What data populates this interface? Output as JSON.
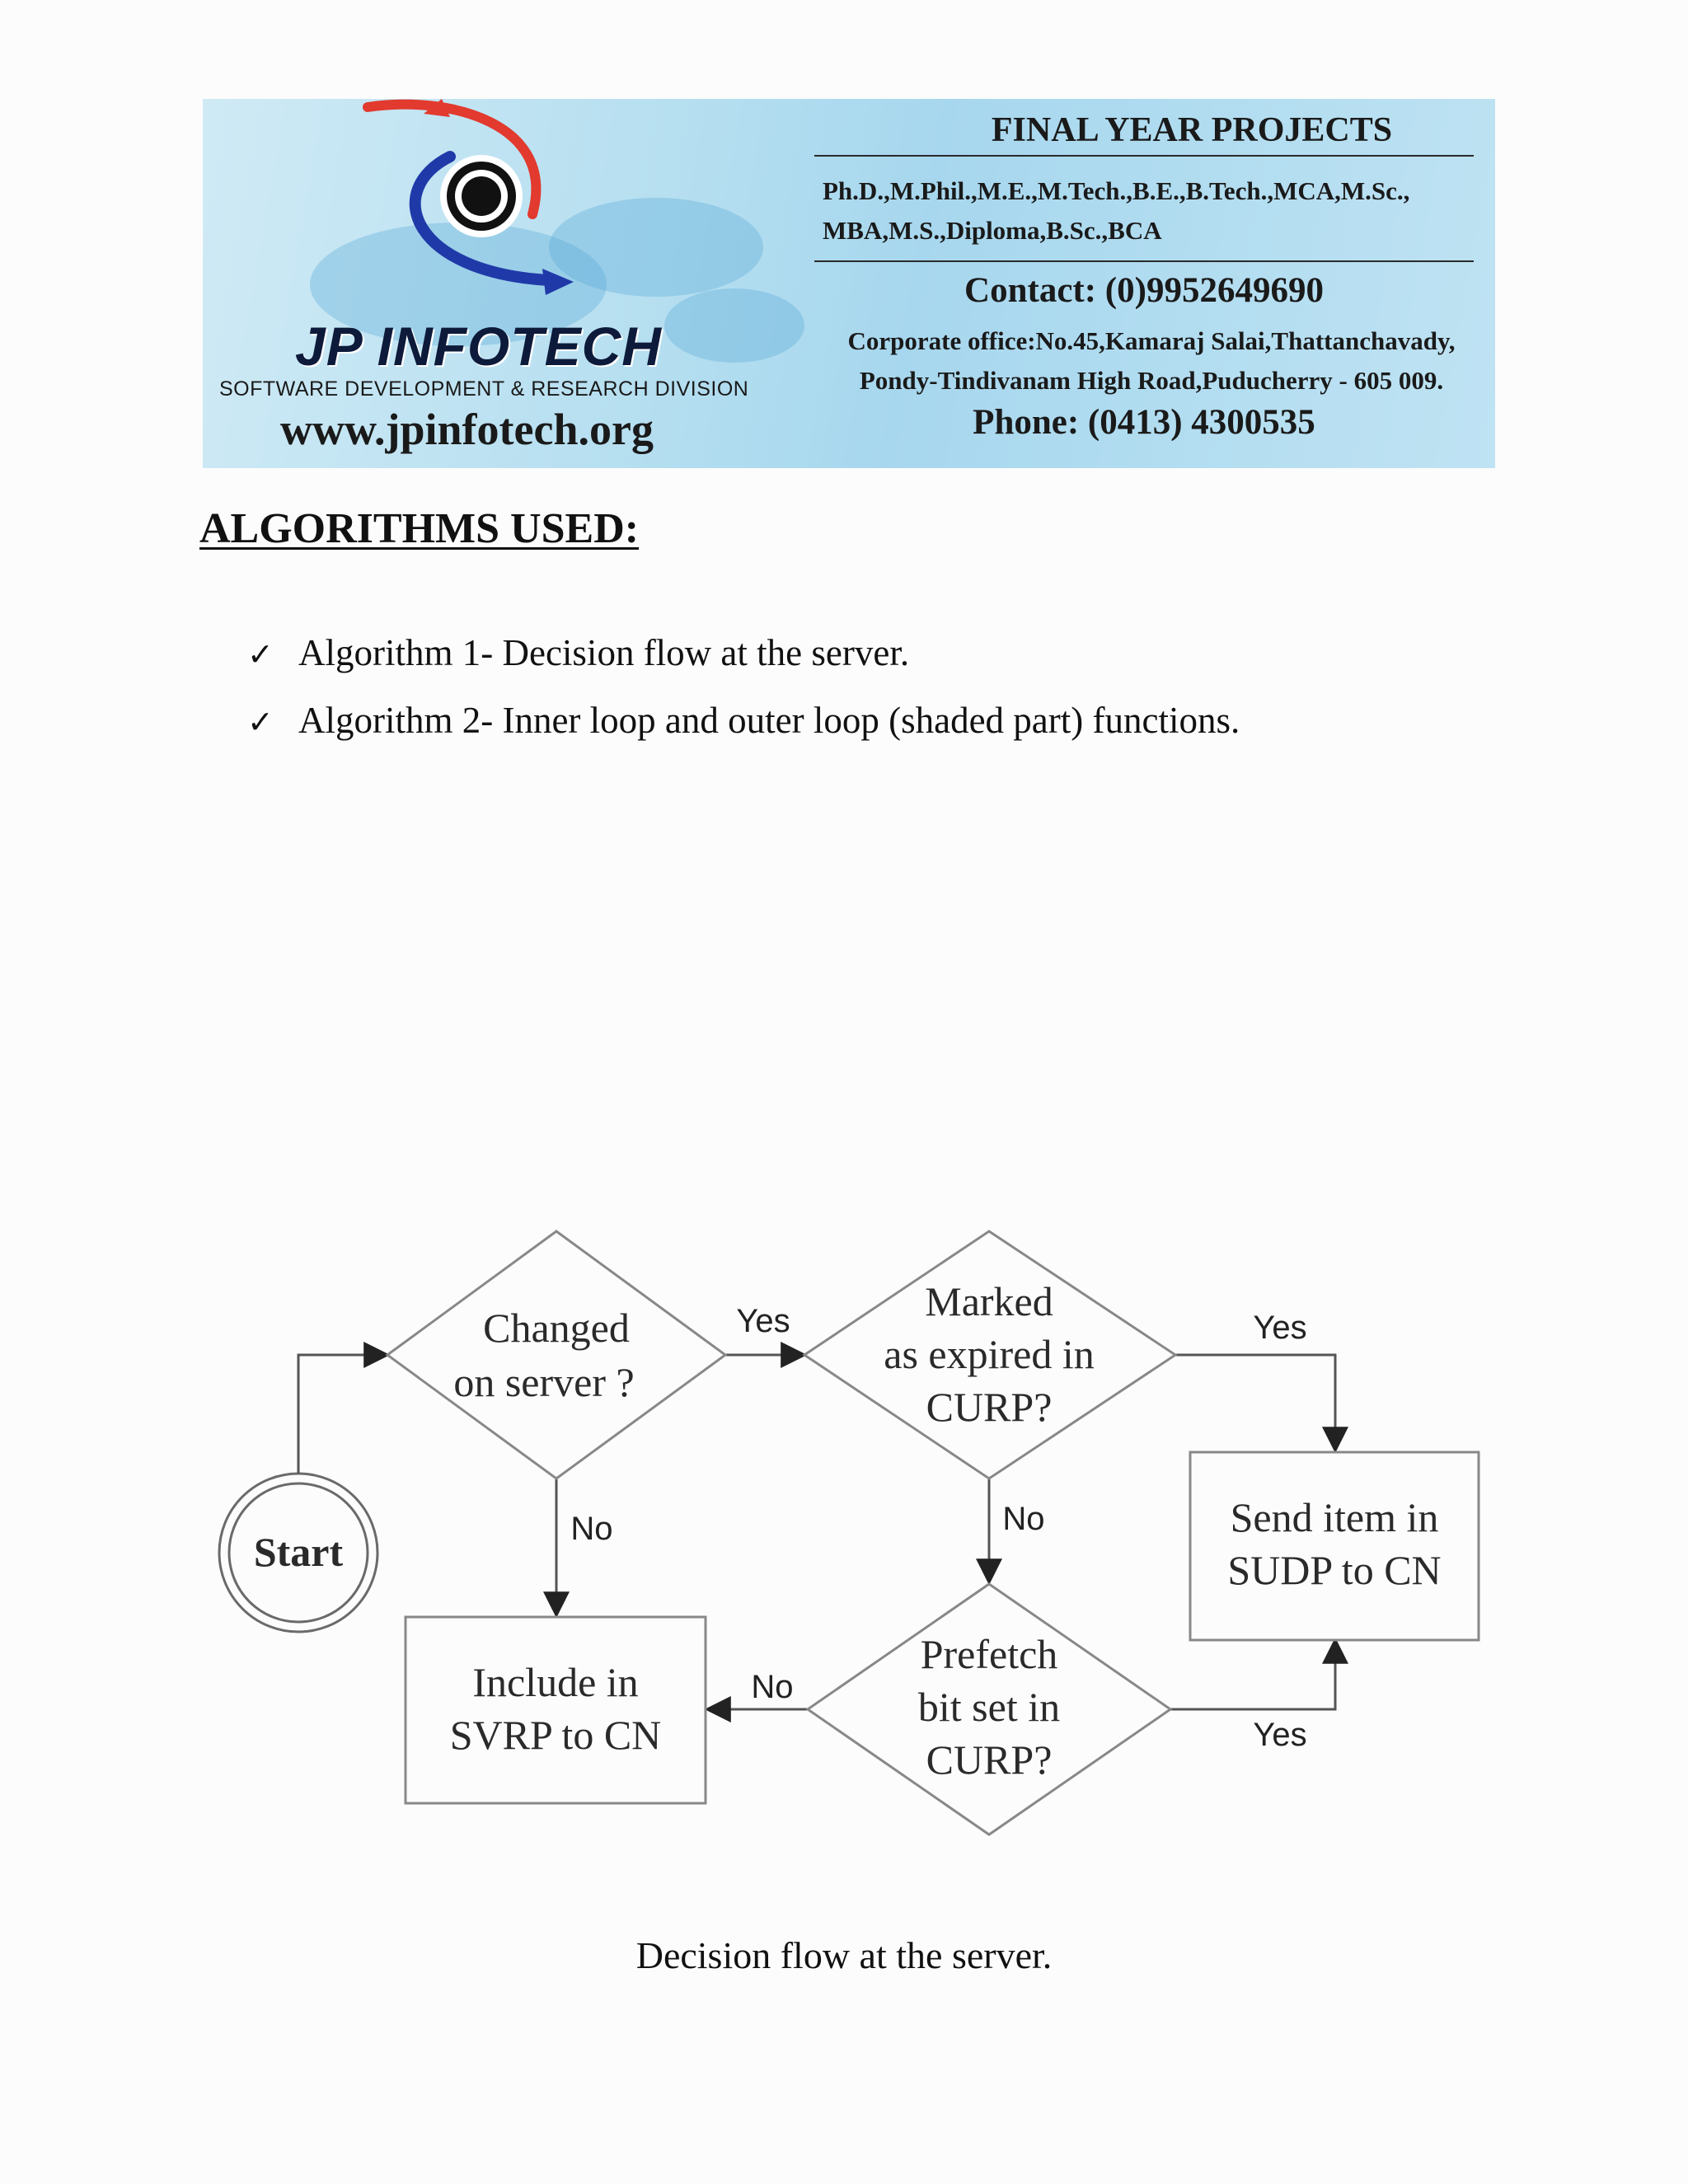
{
  "banner": {
    "brand": "JP INFOTECH",
    "division": "SOFTWARE DEVELOPMENT & RESEARCH DIVISION",
    "website": "www.jpinfotech.org",
    "title": "FINAL YEAR PROJECTS",
    "degrees_line1": "Ph.D.,M.Phil.,M.E.,M.Tech.,B.E.,B.Tech.,MCA,M.Sc.,",
    "degrees_line2": "MBA,M.S.,Diploma,B.Sc.,BCA",
    "contact": "Contact: (0)9952649690",
    "office_line1": "Corporate office:No.45,Kamaraj Salai,Thattanchavady,",
    "office_line2": "Pondy-Tindivanam High Road,Puducherry - 605 009.",
    "phone": "Phone: (0413) 4300535"
  },
  "heading": "ALGORITHMS USED:",
  "bullets": [
    "Algorithm 1- Decision flow at the server.",
    "Algorithm 2- Inner loop and outer loop (shaded part) functions."
  ],
  "flowchart": {
    "start": "Start",
    "changed_line1": "Changed",
    "changed_line2": "on server ?",
    "marked_line1": "Marked",
    "marked_line2": "as expired in",
    "marked_line3": "CURP?",
    "send_line1": "Send item in",
    "send_line2": "SUDP to CN",
    "include_line1": "Include in",
    "include_line2": "SVRP to CN",
    "prefetch_line1": "Prefetch",
    "prefetch_line2": "bit set in",
    "prefetch_line3": "CURP?",
    "yes": "Yes",
    "no": "No"
  },
  "caption": "Decision flow at the server."
}
